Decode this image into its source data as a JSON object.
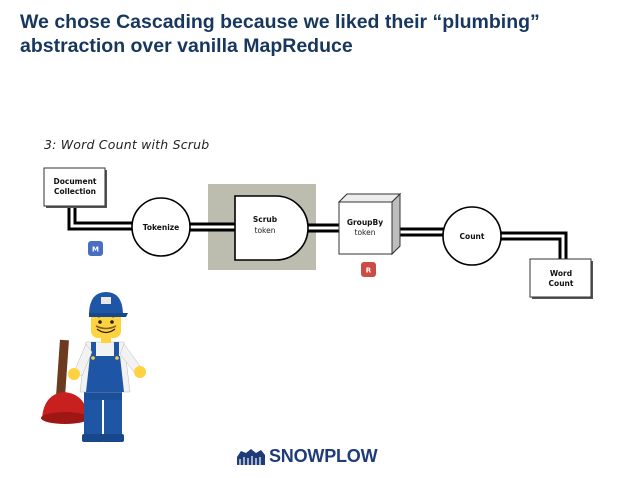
{
  "slide": {
    "title_line1": "We chose Cascading because we liked their “plumbing”",
    "title_line2": "abstraction over vanilla MapReduce"
  },
  "diagram": {
    "caption": "3: Word Count with Scrub",
    "nodes": {
      "source_line1": "Document",
      "source_line2": "Collection",
      "tokenize": "Tokenize",
      "scrub": "Scrub",
      "scrub_sub": "token",
      "groupby": "GroupBy",
      "groupby_sub": "token",
      "count": "Count",
      "sink_line1": "Word",
      "sink_line2": "Count"
    },
    "badges": {
      "map": "M",
      "reduce": "R"
    },
    "colors": {
      "map_badge": "#4a6fc1",
      "reduce_badge": "#cc4c45",
      "highlight": "#bdbdaf",
      "pipe": "#000000"
    }
  },
  "illustration": {
    "name": "lego-plumber-with-plunger"
  },
  "logo": {
    "text": "SNOWPLOW",
    "color": "#1f3b78"
  }
}
